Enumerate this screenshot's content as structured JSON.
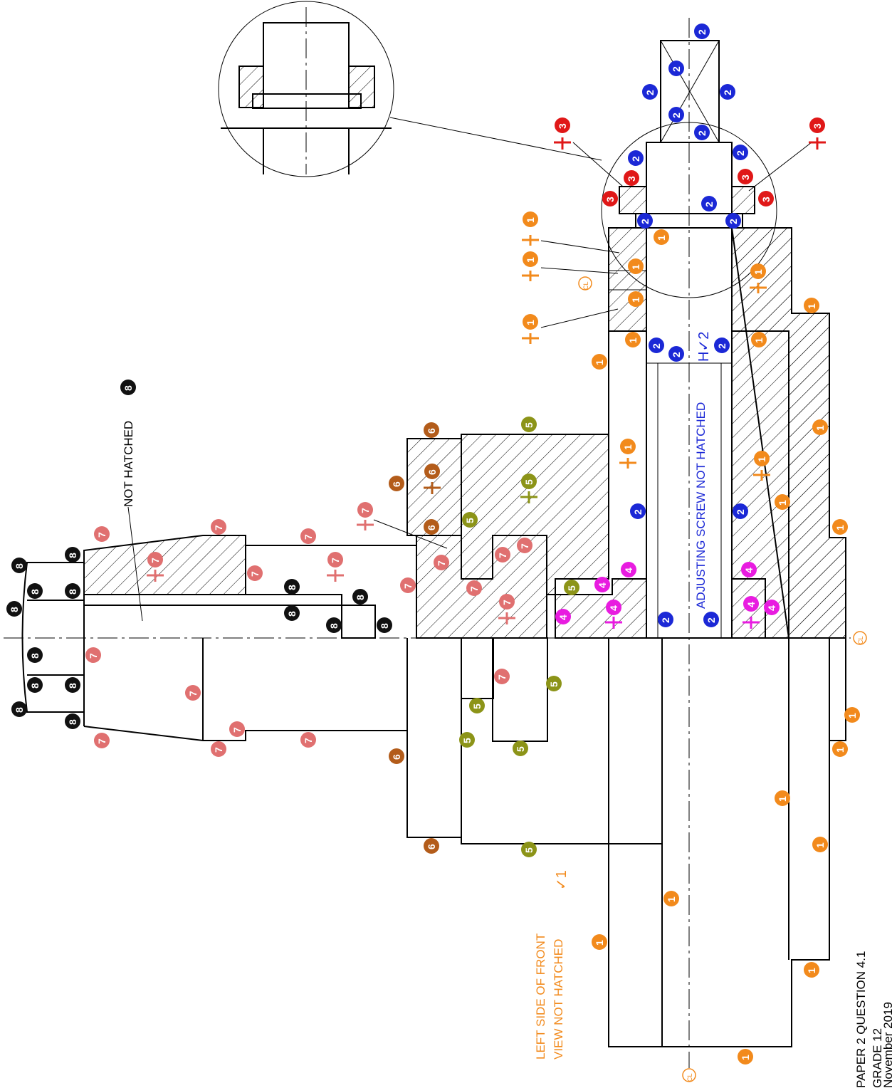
{
  "title": {
    "line1": "PAPER 2 QUESTION 4.1",
    "line2": "GRADE 12",
    "line3": "November 2019"
  },
  "notes": {
    "not_hatched": "NOT HATCHED",
    "not_hatched_num": "8",
    "adjusting_screw": "ADJUSTING SCREW NOT HATCHED",
    "adjusting_mark": "H✓2",
    "left_side_line1": "LEFT SIDE  OF FRONT",
    "left_side_line2": "VIEW NOT HATCHED",
    "left_side_mark": "✓1"
  },
  "centre_line_label": "CL",
  "colors": {
    "part1": "#f28a1c",
    "part2": "#1b28d6",
    "part3": "#e01818",
    "part4": "#e81ce0",
    "part5": "#8c9418",
    "part6": "#b35c1a",
    "part7": "#e07070",
    "part8": "#111111",
    "ink": "#000000"
  },
  "marks": {
    "one": "1",
    "two": "2",
    "three": "3",
    "four": "4",
    "five": "5",
    "six": "6",
    "seven": "7",
    "eight": "8"
  }
}
